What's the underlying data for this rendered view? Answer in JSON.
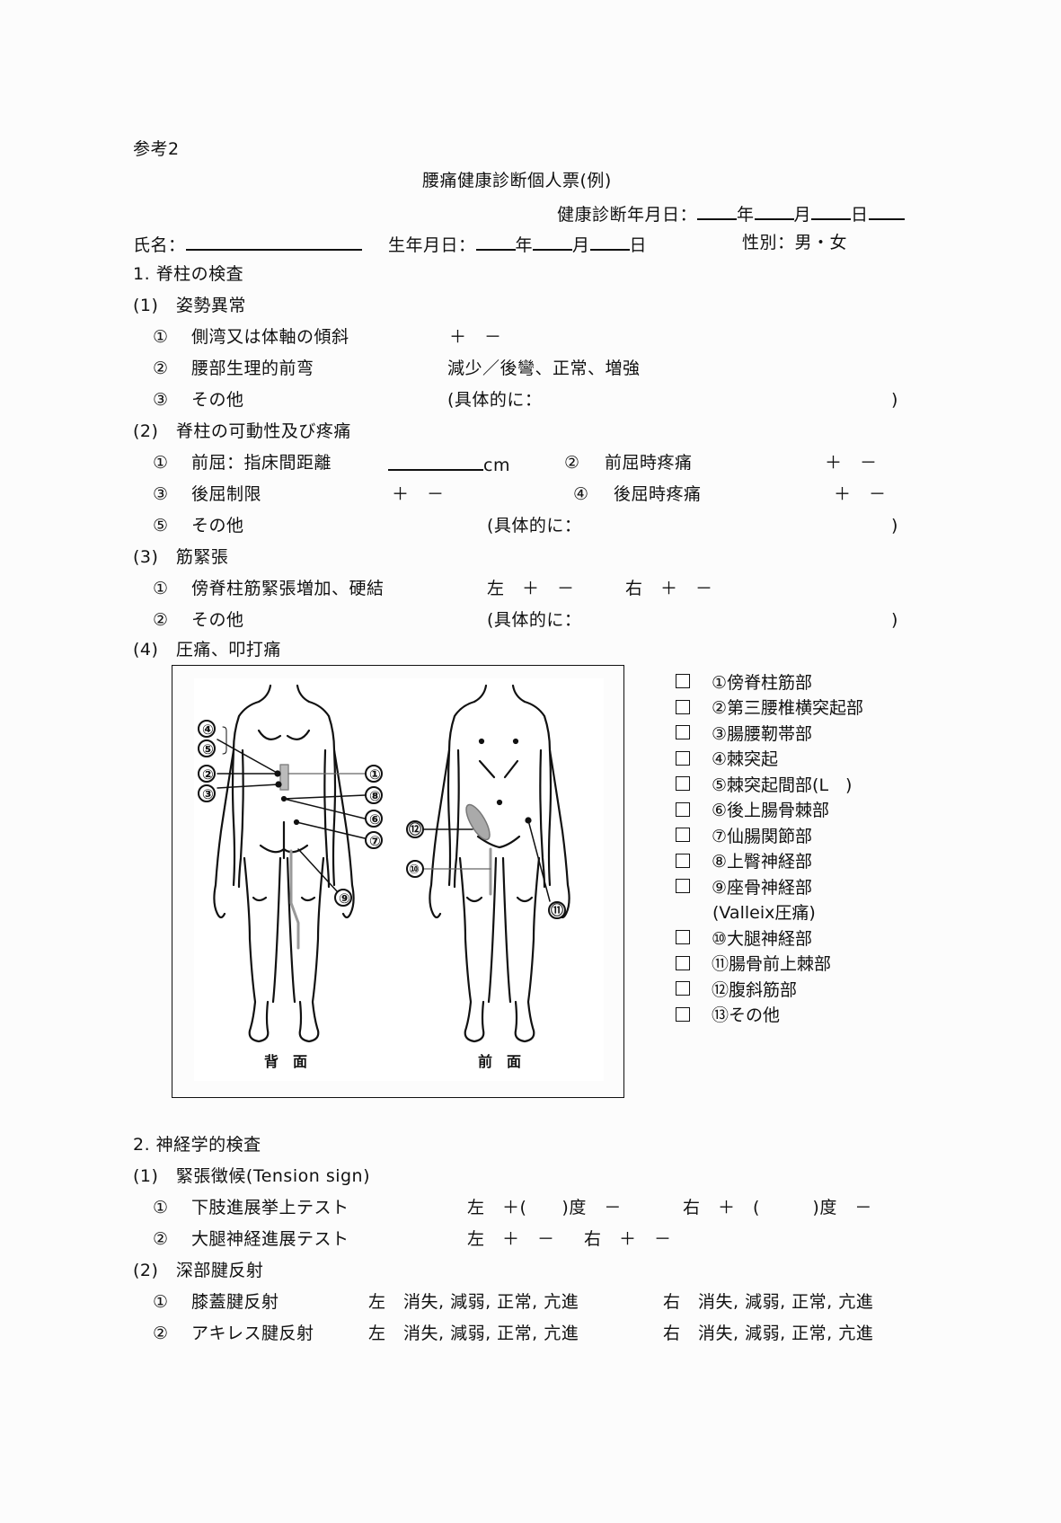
{
  "header": {
    "reference": "参考2",
    "title": "腰痛健康診断個人票(例)",
    "exam_date_label": "健康診断年月日：",
    "year": "年",
    "month": "月",
    "day": "日"
  },
  "person": {
    "name_label": "氏名：",
    "birth_label": "生年月日：",
    "year": "年",
    "month": "月",
    "day": "日",
    "sex_label": "性別：男・女"
  },
  "section1": {
    "title": "1. 脊柱の検査",
    "sub1": {
      "title": "(1)　姿勢異常",
      "items": [
        {
          "num": "①",
          "label": "側湾又は体軸の傾斜",
          "value": "＋　－"
        },
        {
          "num": "②",
          "label": "腰部生理的前弯",
          "value": "減少／後彎、正常、増強"
        },
        {
          "num": "③",
          "label": "その他",
          "value": "(具体的に：",
          "close": ")"
        }
      ]
    },
    "sub2": {
      "title": "(2)　脊柱の可動性及び疼痛",
      "items": [
        {
          "num": "①",
          "label": "前屈：指床間距離",
          "unit": "cm"
        },
        {
          "num": "②",
          "label": "前屈時疼痛",
          "value": "＋　－"
        },
        {
          "num": "③",
          "label": "後屈制限",
          "value": "＋　－"
        },
        {
          "num": "④",
          "label": "後屈時疼痛",
          "value": "＋　－"
        },
        {
          "num": "⑤",
          "label": "その他",
          "value": "(具体的に：",
          "close": ")"
        }
      ]
    },
    "sub3": {
      "title": "(3)　筋緊張",
      "items": [
        {
          "num": "①",
          "label": "傍脊柱筋緊張増加、硬結",
          "left": "左　＋　－",
          "right": "右　＋　－"
        },
        {
          "num": "②",
          "label": "その他",
          "value": "(具体的に：",
          "close": ")"
        }
      ]
    },
    "sub4": {
      "title": "(4)　圧痛、叩打痛",
      "diagram": {
        "back_label": "背　面",
        "front_label": "前　面",
        "back_markers": [
          "④",
          "⑤",
          "②",
          "③",
          "①",
          "⑧",
          "⑥",
          "⑦",
          "⑨"
        ],
        "front_markers": [
          "⑫",
          "⑩",
          "⑪"
        ]
      },
      "checklist": [
        {
          "label": "①傍脊柱筋部"
        },
        {
          "label": "②第三腰椎横突起部"
        },
        {
          "label": "③腸腰靭帯部"
        },
        {
          "label": "④棘突起"
        },
        {
          "label": "⑤棘突起間部(L　)"
        },
        {
          "label": "⑥後上腸骨棘部"
        },
        {
          "label": "⑦仙腸関節部"
        },
        {
          "label": "⑧上臀神経部"
        },
        {
          "label": "⑨座骨神経部"
        },
        {
          "label": "(Valleix圧痛)",
          "no_box": true
        },
        {
          "label": "⑩大腿神経部"
        },
        {
          "label": "⑪腸骨前上棘部"
        },
        {
          "label": "⑫腹斜筋部"
        },
        {
          "label": "⑬その他"
        }
      ]
    }
  },
  "section2": {
    "title": "2. 神経学的検査",
    "sub1": {
      "title": "(1)　緊張徴候(Tension sign)",
      "items": [
        {
          "num": "①",
          "label": "下肢進展挙上テスト",
          "left": "左　＋(　　)度　－",
          "right": "右　＋　(　　　)度　－"
        },
        {
          "num": "②",
          "label": "大腿神経進展テスト",
          "left": "左　＋　－",
          "right": "右　＋　－"
        }
      ]
    },
    "sub2": {
      "title": "(2)　深部腱反射",
      "items": [
        {
          "num": "①",
          "label": "膝蓋腱反射",
          "left": "左　消失, 減弱, 正常, 亢進",
          "right": "右　消失, 減弱, 正常, 亢進"
        },
        {
          "num": "②",
          "label": "アキレス腱反射",
          "left": "左　消失, 減弱, 正常, 亢進",
          "right": "右　消失, 減弱, 正常, 亢進"
        }
      ]
    }
  }
}
